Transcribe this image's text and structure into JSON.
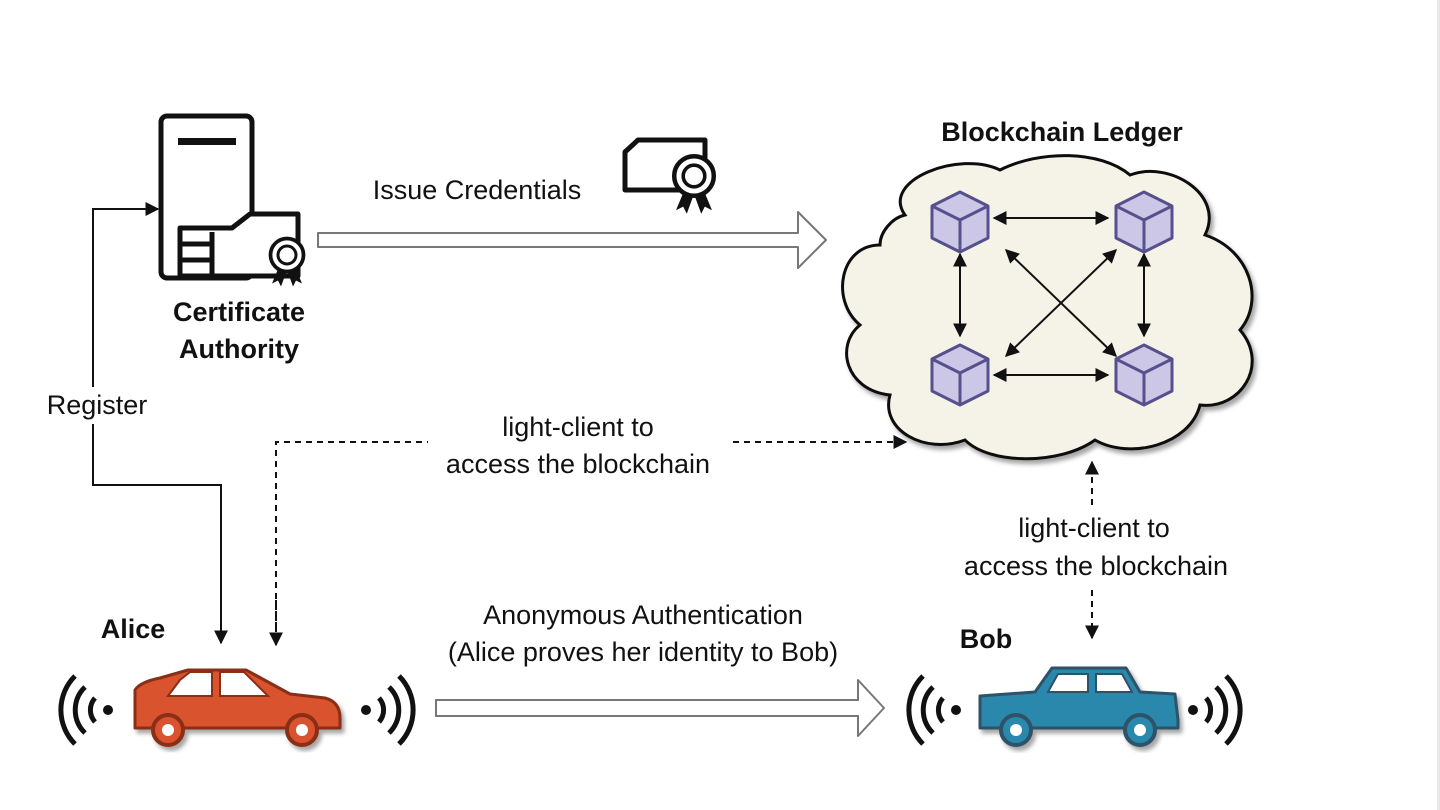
{
  "nodes": {
    "certificate_authority": {
      "line1": "Certificate",
      "line2": "Authority"
    },
    "blockchain": {
      "title": "Blockchain Ledger"
    },
    "alice": {
      "name": "Alice",
      "color": "#d9522e"
    },
    "bob": {
      "name": "Bob",
      "color": "#2a88ad"
    }
  },
  "edges": {
    "issue": {
      "label": "Issue Credentials"
    },
    "register": {
      "label": "Register"
    },
    "light_client_alice": {
      "line1": "light-client to",
      "line2": "access the blockchain"
    },
    "light_client_bob": {
      "line1": "light-client to",
      "line2": "access the blockchain"
    },
    "auth": {
      "line1": "Anonymous Authentication",
      "line2": "(Alice proves her identity to Bob)"
    }
  },
  "colors": {
    "cloud_fill": "#f5f2e8",
    "block_fill": "#ccc7e6",
    "block_stroke": "#56508c"
  }
}
